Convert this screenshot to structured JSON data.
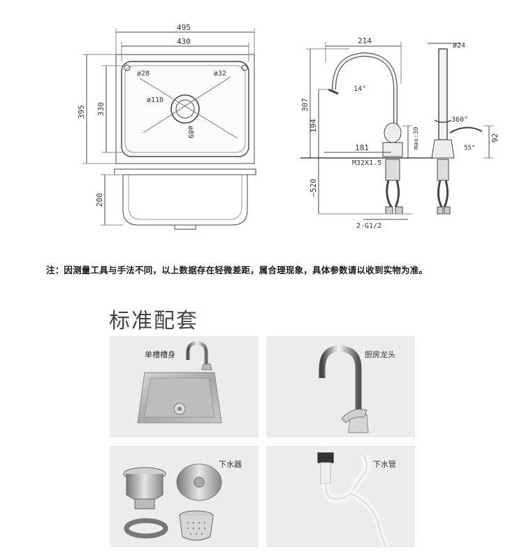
{
  "drawing": {
    "sink": {
      "dim_outer_width": "495",
      "dim_inner_width": "430",
      "dim_outer_height": "395",
      "dim_inner_height": "330",
      "dim_depth": "200",
      "label_tap_hole_1": "ø28",
      "label_tap_hole_2": "ø32",
      "label_drain": "ø110",
      "label_drain_small": "ø89"
    },
    "faucet_side": {
      "dim_reach": "214",
      "dim_angle": "14°",
      "dim_height": "307",
      "dim_spout_height": "194",
      "dim_base_reach": "181",
      "dim_max_thickness": "max:30",
      "dim_thread": "M32X1.5",
      "dim_hose_length": "~520",
      "dim_inlet": "2-G1/2"
    },
    "faucet_front": {
      "dim_diameter": "ø24",
      "dim_rotation": "360°",
      "dim_handle_angle": "55°",
      "dim_handle_height": "92"
    }
  },
  "note": "注：因测量工具与手法不同，以上数据存在轻微差距，属合理现象，具体参数请以收到实物为准。",
  "section_title": "标准配套",
  "cards": [
    {
      "label": "单槽槽身"
    },
    {
      "label": "厨房龙头"
    },
    {
      "label": "下水器"
    },
    {
      "label": "下水管"
    }
  ]
}
